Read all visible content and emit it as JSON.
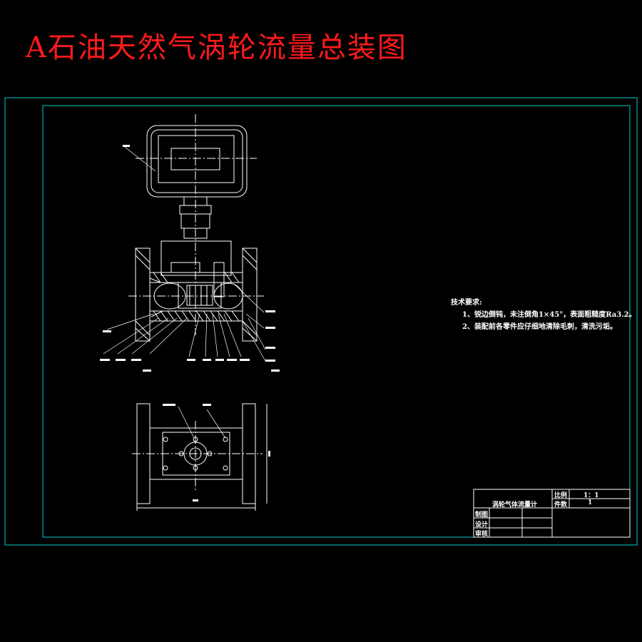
{
  "title": "A石油天然气涡轮流量总装图",
  "tech_requirements": {
    "heading": "技术要求:",
    "items": [
      "1、锐边倒钝，未注倒角1×45°，表面粗糙度Ra3.2。",
      "2、装配前各零件应仔细地清除毛刺，清洗污垢。"
    ]
  },
  "title_block": {
    "name": "涡轮气体流量计",
    "scale_label": "比例",
    "scale_value": "1：1",
    "count_label": "件数",
    "count_value": "1",
    "drawn_label": "制图",
    "design_label": "设计",
    "review_label": "审核"
  },
  "colors": {
    "background": "#000000",
    "title": "#ff1a1a",
    "frame": "#00cccc",
    "lines": "#ffffff"
  }
}
